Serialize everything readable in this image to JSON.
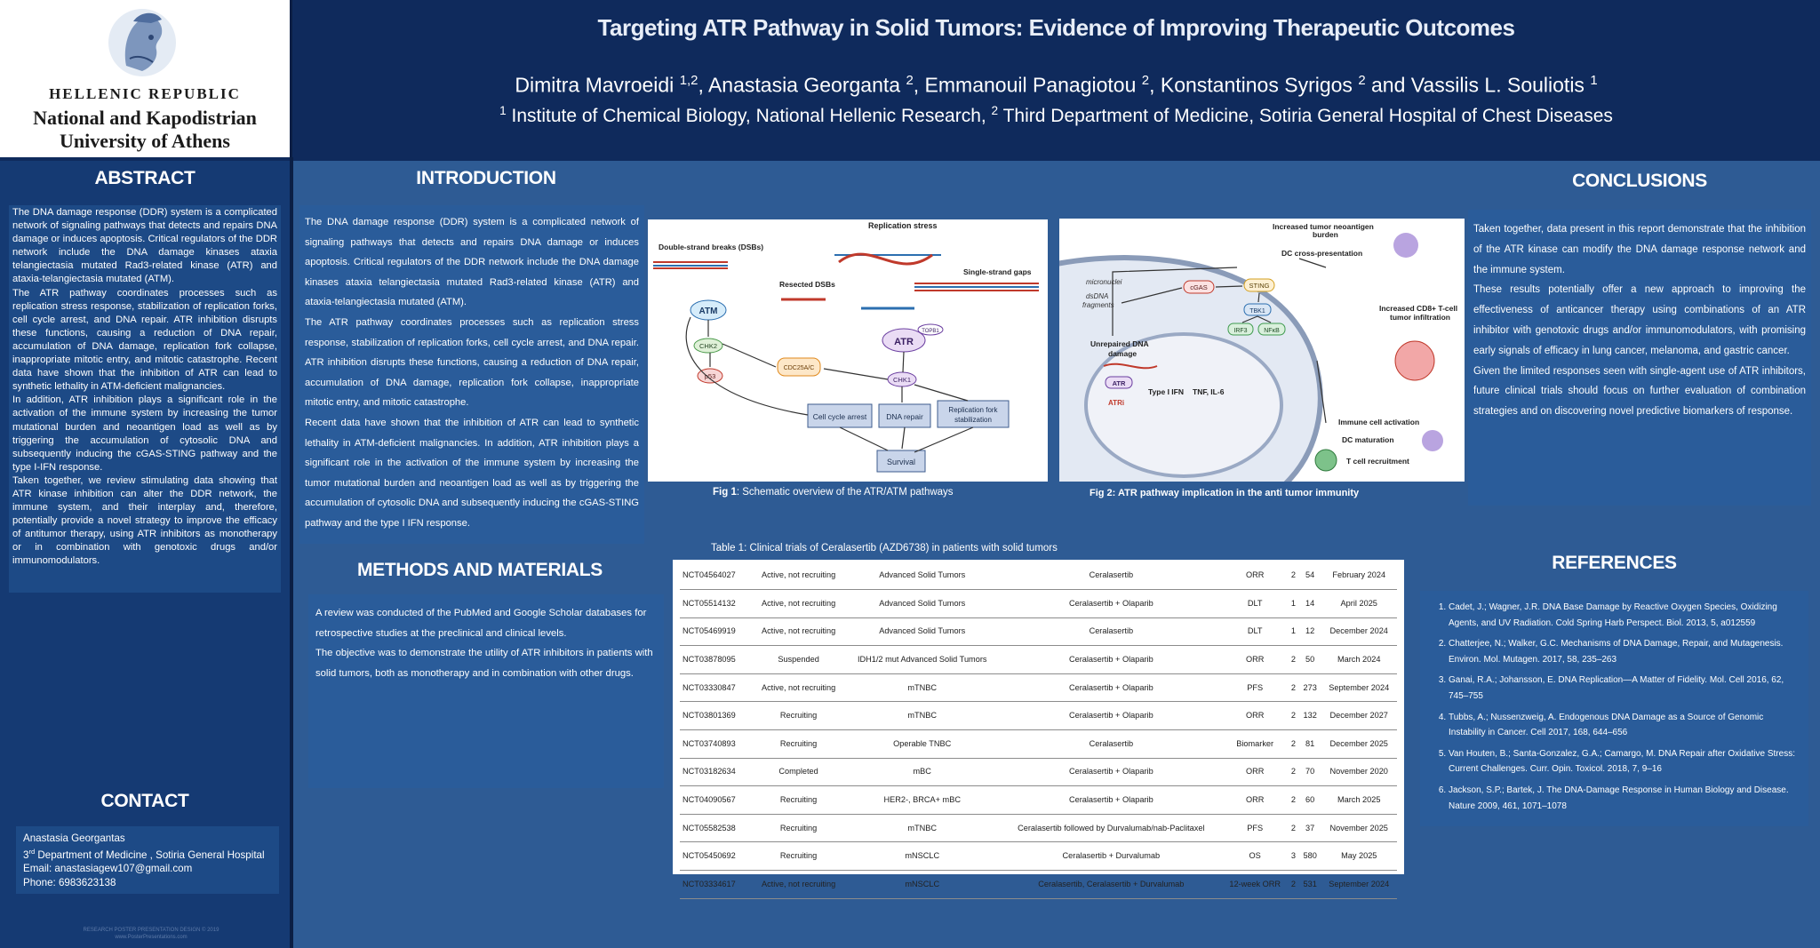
{
  "logo": {
    "line1": "HELLENIC REPUBLIC",
    "line2": "National and Kapodistrian",
    "line3": "University of Athens"
  },
  "header": {
    "title": "Targeting ATR Pathway in Solid Tumors: Evidence of Improving Therapeutic Outcomes",
    "authors": {
      "a1": "Dimitra Mavroeidi ",
      "a1_sup": "1,2",
      "a2": ", Anastasia Georganta ",
      "a2_sup": "2",
      "a3": ", Emmanouil Panagiotou ",
      "a3_sup": "2",
      "a4": ", Konstantinos Syrigos ",
      "a4_sup": "2",
      "a5": " and Vassilis L. Souliotis ",
      "a5_sup": "1"
    },
    "affiliations": {
      "s1": "1",
      "t1": " Institute of Chemical Biology, National Hellenic Research, ",
      "s2": "2",
      "t2": " Third Department of Medicine, Sotiria General Hospital of Chest Diseases"
    }
  },
  "abstract": {
    "heading": "ABSTRACT",
    "p1": "The DNA damage response (DDR) system is a complicated network of signaling pathways that detects and repairs DNA damage or induces apoptosis. Critical regulators of the DDR network include the DNA damage kinases ataxia telangiectasia mutated Rad3-related kinase (ATR) and ataxia-telangiectasia mutated (ATM).",
    "p2": " The ATR pathway coordinates processes such as replication stress response, stabilization of replication forks, cell cycle arrest, and DNA repair. ATR inhibition disrupts these functions, causing a reduction of DNA repair, accumulation of DNA damage, replication fork collapse, inappropriate mitotic entry, and mitotic catastrophe. Recent data have shown that the inhibition of ATR can lead to synthetic lethality in ATM-deficient malignancies.",
    "p3": " In addition, ATR inhibition plays a significant role in the activation of the immune system by increasing the tumor mutational burden and neoantigen load as well as by triggering the accumulation of cytosolic DNA and subsequently inducing the cGAS-STING pathway and the type I-IFN response.",
    "p4": "Taken together, we review stimulating data showing that ATR kinase inhibition can alter the DDR network, the immune system, and their interplay and, therefore, potentially provide a novel strategy to improve the efficacy of antitumor therapy, using ATR inhibitors as monotherapy or in combination with genotoxic drugs and/or immunomodulators."
  },
  "contact": {
    "heading": "CONTACT",
    "name": "Anastasia  Georgantas",
    "dept_num": "3",
    "dept_sup": "rd",
    "dept_rest": " Department of Medicine , Sotiria General Hospital",
    "email": "Email: anastasiagew107@gmail.com",
    "phone": "Phone:  6983623138"
  },
  "footer_note": {
    "line1": "RESEARCH POSTER PRESENTATION DESIGN © 2019",
    "line2": "www.PosterPresentations.com"
  },
  "introduction": {
    "heading": "INTRODUCTION",
    "p1": "The DNA damage response (DDR) system is a complicated network of signaling pathways that detects and repairs DNA damage or induces apoptosis. Critical regulators of the DDR network include the DNA damage kinases ataxia telangiectasia mutated Rad3-related kinase (ATR) and ataxia-telangiectasia mutated (ATM).",
    "p2": " The ATR pathway coordinates processes such as replication stress response, stabilization of replication forks, cell cycle arrest, and DNA repair. ATR inhibition disrupts these functions, causing a reduction of DNA repair, accumulation of DNA damage, replication fork collapse, inappropriate mitotic entry, and mitotic catastrophe.",
    "p3": "Recent data have shown that the inhibition of ATR can lead to synthetic lethality in ATM-deficient malignancies. In addition, ATR inhibition plays a significant role in the activation of the immune system by increasing the tumor mutational burden and neoantigen load as well as by triggering the accumulation of cytosolic DNA and subsequently inducing the cGAS-STING pathway and the type I IFN response."
  },
  "methods": {
    "heading": "METHODS AND MATERIALS",
    "p1": "A review was conducted of the PubMed and Google Scholar databases for retrospective studies at the preclinical and clinical levels.",
    "p2": "The objective was to demonstrate the utility of ATR inhibitors in patients with solid tumors, both as monotherapy and in combination with other drugs."
  },
  "fig1": {
    "replication_stress": "Replication stress",
    "dsb": "Double-strand breaks (DSBs)",
    "resected": "Resected DSBs",
    "ssg": "Single-strand gaps",
    "atm": "ATM",
    "atr": "ATR",
    "chk2": "CHK2",
    "chk1": "CHK1",
    "p53": "p53",
    "cdc25": "CDC25A/C",
    "topbp1": "TOPB1",
    "arrest": "Cell cycle arrest",
    "repair": "DNA repair",
    "fork1": "Replication fork",
    "fork2": "stabilization",
    "survival": "Survival",
    "caption_bold": "Fig 1",
    "caption_rest": ": Schematic overview of the ATR/ATM pathways"
  },
  "fig2": {
    "neo1": "Increased tumor neoantigen",
    "neo2": "burden",
    "dc_cross": "DC cross-presentation",
    "micronuclei": "micronuclei",
    "dsdna1": "dsDNA",
    "dsdna2": "fragments",
    "cgas": "cGAS",
    "sting": "STING",
    "tbk1": "TBK1",
    "irf3": "IRF3",
    "nfkb": "NFκB",
    "unrep1": "Unrepaired DNA",
    "unrep2": "damage",
    "atr": "ATR",
    "atri": "ATRi",
    "ifn": "Type I IFN",
    "tnf": "TNF, IL-6",
    "cd8_1": "Increased CD8+ T-cell",
    "cd8_2": "tumor infiltration",
    "immune": "Immune cell activation",
    "dc_mat": "DC maturation",
    "tcell": "T cell recruitment",
    "caption": "Fig 2: ATR pathway implication in the anti tumor immunity"
  },
  "table": {
    "caption": "Table 1: Clinical trials of Ceralasertib (AZD6738) in patients with solid tumors",
    "rows": [
      [
        "NCT04564027",
        "Active, not recruiting",
        "Advanced Solid Tumors",
        "Ceralasertib",
        "ORR",
        "2",
        "54",
        "February 2024"
      ],
      [
        "NCT05514132",
        "Active, not recruiting",
        "Advanced Solid Tumors",
        "Ceralasertib + Olaparib",
        "DLT",
        "1",
        "14",
        "April 2025"
      ],
      [
        "NCT05469919",
        "Active, not recruiting",
        "Advanced Solid Tumors",
        "Ceralasertib",
        "DLT",
        "1",
        "12",
        "December 2024"
      ],
      [
        "NCT03878095",
        "Suspended",
        "IDH1/2 mut Advanced Solid Tumors",
        "Ceralasertib + Olaparib",
        "ORR",
        "2",
        "50",
        "March 2024"
      ],
      [
        "NCT03330847",
        "Active, not recruiting",
        "mTNBC",
        "Ceralasertib + Olaparib",
        "PFS",
        "2",
        "273",
        "September 2024"
      ],
      [
        "NCT03801369",
        "Recruiting",
        "mTNBC",
        "Ceralasertib + Olaparib",
        "ORR",
        "2",
        "132",
        "December 2027"
      ],
      [
        "NCT03740893",
        "Recruiting",
        "Operable TNBC",
        "Ceralasertib",
        "Biomarker",
        "2",
        "81",
        "December 2025"
      ],
      [
        "NCT03182634",
        "Completed",
        "mBC",
        "Ceralasertib + Olaparib",
        "ORR",
        "2",
        "70",
        "November 2020"
      ],
      [
        "NCT04090567",
        "Recruiting",
        "HER2-, BRCA+ mBC",
        "Ceralasertib + Olaparib",
        "ORR",
        "2",
        "60",
        "March 2025"
      ],
      [
        "NCT05582538",
        "Recruiting",
        "mTNBC",
        "Ceralasertib followed by Durvalumab/nab-Paclitaxel",
        "PFS",
        "2",
        "37",
        "November 2025"
      ],
      [
        "NCT05450692",
        "Recruiting",
        "mNSCLC",
        "Ceralasertib + Durvalumab",
        "OS",
        "3",
        "580",
        "May 2025"
      ],
      [
        "NCT03334617",
        "Active, not recruiting",
        "mNSCLC",
        "Ceralasertib, Ceralasertib + Durvalumab",
        "12-week ORR",
        "2",
        "531",
        "September 2024"
      ]
    ]
  },
  "conclusions": {
    "heading": "CONCLUSIONS",
    "p1": "Taken together, data present in this report demonstrate that the inhibition of the ATR kinase can modify the DNA damage response network and the immune system.",
    "p2": " These results potentially offer a new approach to improving the effectiveness of anticancer therapy using combinations of an ATR inhibitor with genotoxic drugs and/or immunomodulators, with promising early signals of efficacy in lung cancer, melanoma, and gastric cancer.",
    "p3": " Given the limited responses seen with single-agent use of ATR inhibitors, future clinical trials should focus on further evaluation of combination strategies and on discovering novel predictive biomarkers of response."
  },
  "references": {
    "heading": "REFERENCES",
    "items": [
      "Cadet, J.; Wagner, J.R. DNA Base Damage by Reactive Oxygen Species, Oxidizing Agents, and UV Radiation. Cold Spring Harb Perspect. Biol. 2013, 5, a012559",
      "Chatterjee, N.; Walker, G.C. Mechanisms of DNA Damage, Repair, and Mutagenesis. Environ. Mol. Mutagen. 2017, 58, 235–263",
      "Ganai, R.A.; Johansson, E. DNA Replication—A Matter of Fidelity. Mol. Cell 2016, 62, 745–755",
      "Tubbs, A.; Nussenzweig, A. Endogenous DNA Damage as a Source of Genomic Instability in Cancer. Cell 2017, 168, 644–656",
      "Van Houten, B.; Santa-Gonzalez, G.A.; Camargo, M. DNA Repair after Oxidative Stress: Current Challenges. Curr. Opin. Toxicol. 2018, 7, 9–16",
      "Jackson, S.P.; Bartek, J. The DNA-Damage Response in Human Biology and Disease. Nature 2009, 461, 1071–1078"
    ]
  }
}
